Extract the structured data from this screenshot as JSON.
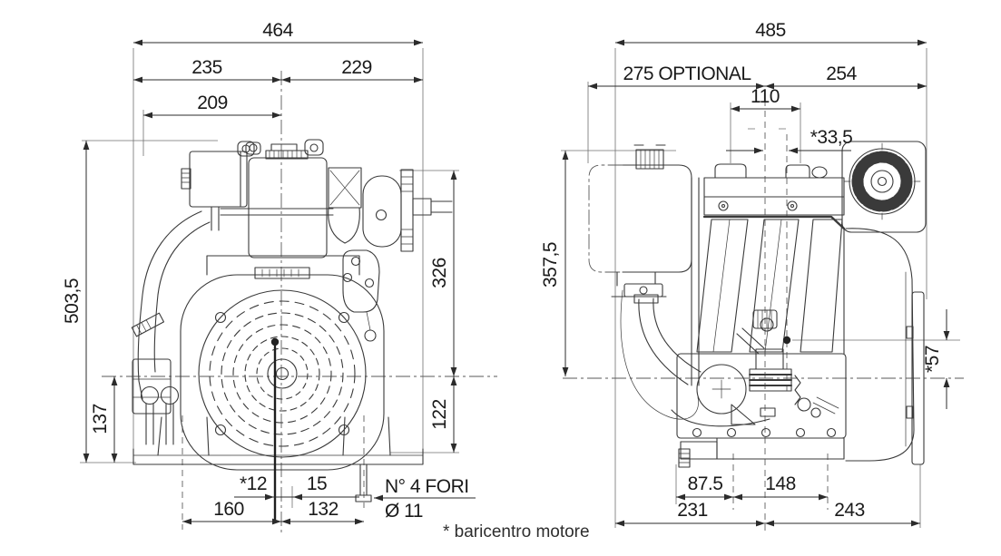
{
  "colors": {
    "background": "#ffffff",
    "ink": "#2b2b2b"
  },
  "footnote": "* baricentro motore",
  "front": {
    "overall_width": "464",
    "width_left": "235",
    "width_right": "229",
    "width_upper_left": "209",
    "overall_height": "503,5",
    "height_base": "137",
    "height_above_axis": "326",
    "height_below_axis": "122",
    "cg_offset": "*12",
    "slot_offset": "15",
    "foot_left": "160",
    "foot_right": "132",
    "holes_note": "N° 4 FORI",
    "holes_dia": "Ø 11"
  },
  "side": {
    "overall_length": "485",
    "length_left_optional": "275 OPTIONAL",
    "length_right": "254",
    "head_width": "110",
    "cg_offset": "*33,5",
    "height_above_axis": "357,5",
    "cg_height": "*57",
    "foot_edge": "87.5",
    "foot_spacing": "148",
    "base_left": "231",
    "base_right": "243"
  }
}
